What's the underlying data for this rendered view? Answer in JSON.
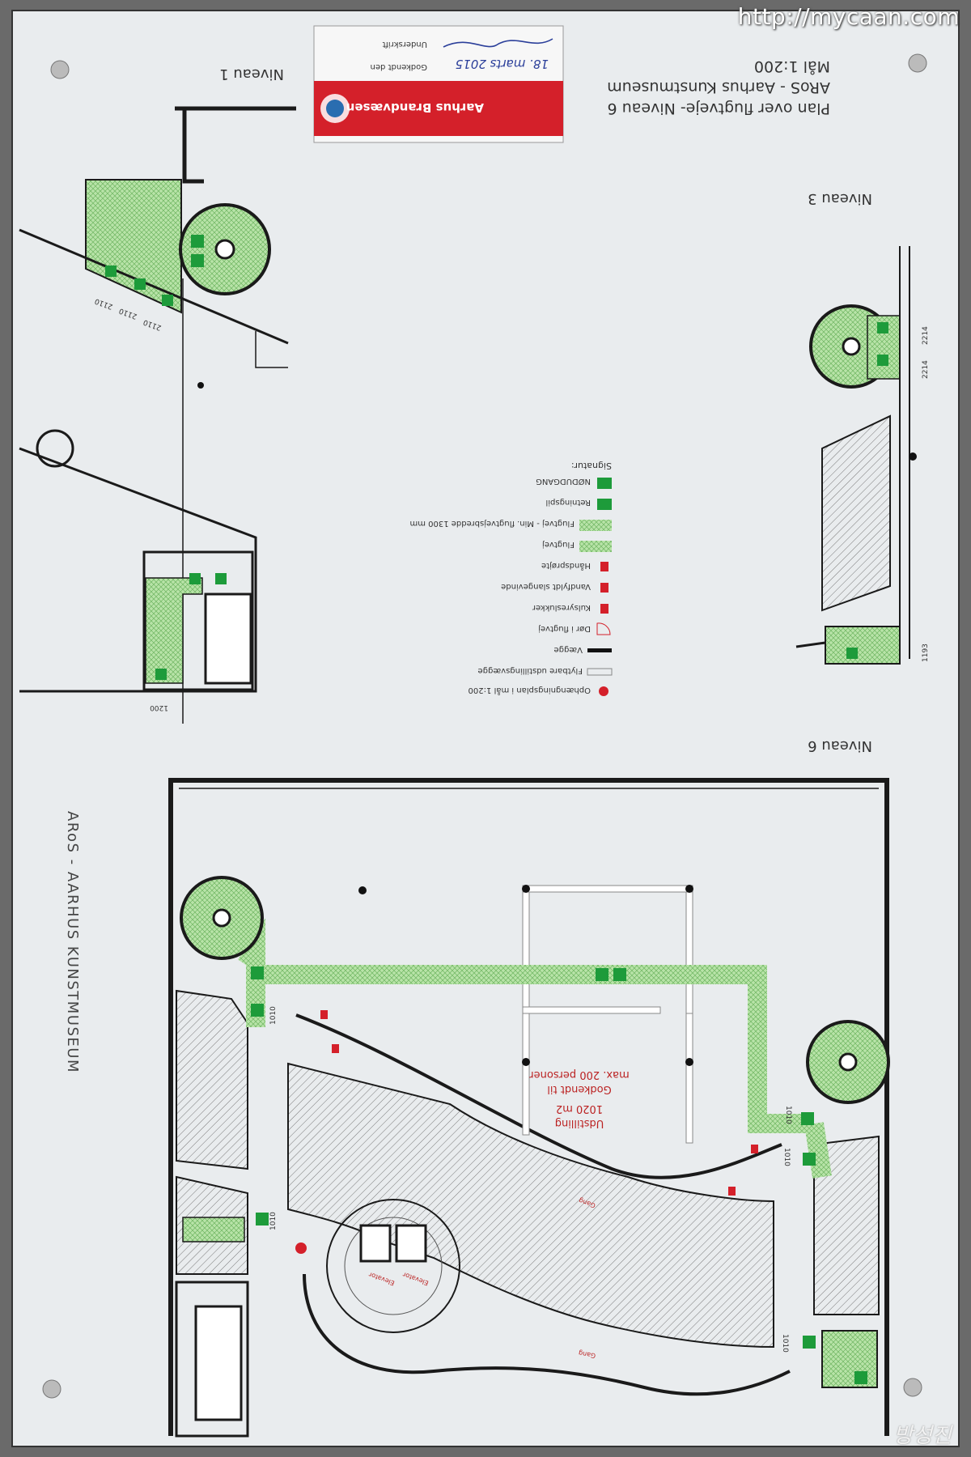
{
  "watermark_url": "http://mycaan.com",
  "signature_corner": "방성진",
  "stamp": {
    "org": "Aarhus Brandvæsen",
    "approved_label": "Godkendt den",
    "approved_date": "18. marts 2015",
    "signature_label": "Underskrift"
  },
  "title": {
    "line1": "Plan over flugtveje- Niveau 6",
    "line2": "ARoS - Aarhus Kunstmuseum",
    "line3": "Mål 1:200"
  },
  "levels": {
    "n1": "Niveau 1",
    "n3": "Niveau 3",
    "n6": "Niveau 6"
  },
  "side_label": "ARoS - AARHUS KUNSTMUSEUM",
  "legend": {
    "heading": "Signatur:",
    "items": [
      "NØDUDGANG",
      "Retningspil",
      "Flugtvej - Min. flugtvejsbredde 1300 mm",
      "Flugtvej",
      "Håndsprøjte",
      "Vandfyldt slangevinde",
      "Kulsyreslukker",
      "Dør i flugtvej",
      "Vægge",
      "Flytbare udstillingsvægge",
      "Ophængningsplan i mål 1:200"
    ]
  },
  "hall": {
    "label1": "Udstilling",
    "label2": "1020 m2",
    "label3": "Godkendt til",
    "label4": "max. 200 personer"
  },
  "dims": {
    "d2110": "2110",
    "d2214": "2214",
    "d1200": "1200",
    "d1010": "1010",
    "d1193": "1193"
  },
  "small_labels": {
    "gang": "Gang",
    "elevator": "Elevator"
  },
  "colors": {
    "escape_green": "#a7dc9a",
    "exit_sign_green": "#1d9b3a",
    "stamp_red": "#d4202a",
    "wall": "#1a1a1a"
  }
}
